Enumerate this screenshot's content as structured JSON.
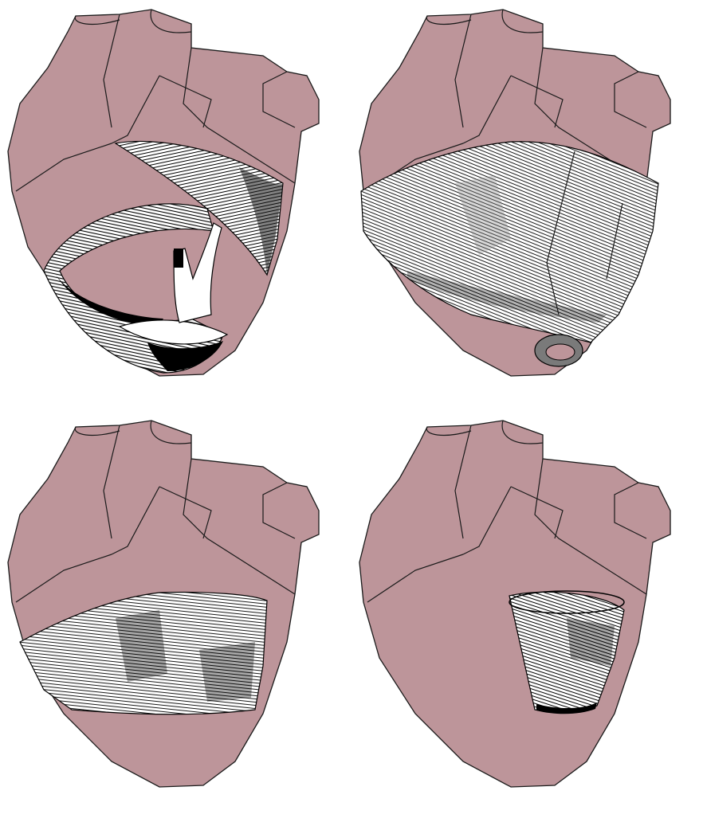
{
  "colors": {
    "heart_fill": "#bd959a",
    "outline": "#1a1a1a",
    "fiber_light": "#ffffff",
    "fiber_dark": "#000000",
    "fiber_mid": "#7a7a7a",
    "background": "#ffffff"
  },
  "panels": [
    {
      "variant": "helical-band-open"
    },
    {
      "variant": "oblique-wrap"
    },
    {
      "variant": "horizontal-band"
    },
    {
      "variant": "small-cylinder"
    }
  ]
}
